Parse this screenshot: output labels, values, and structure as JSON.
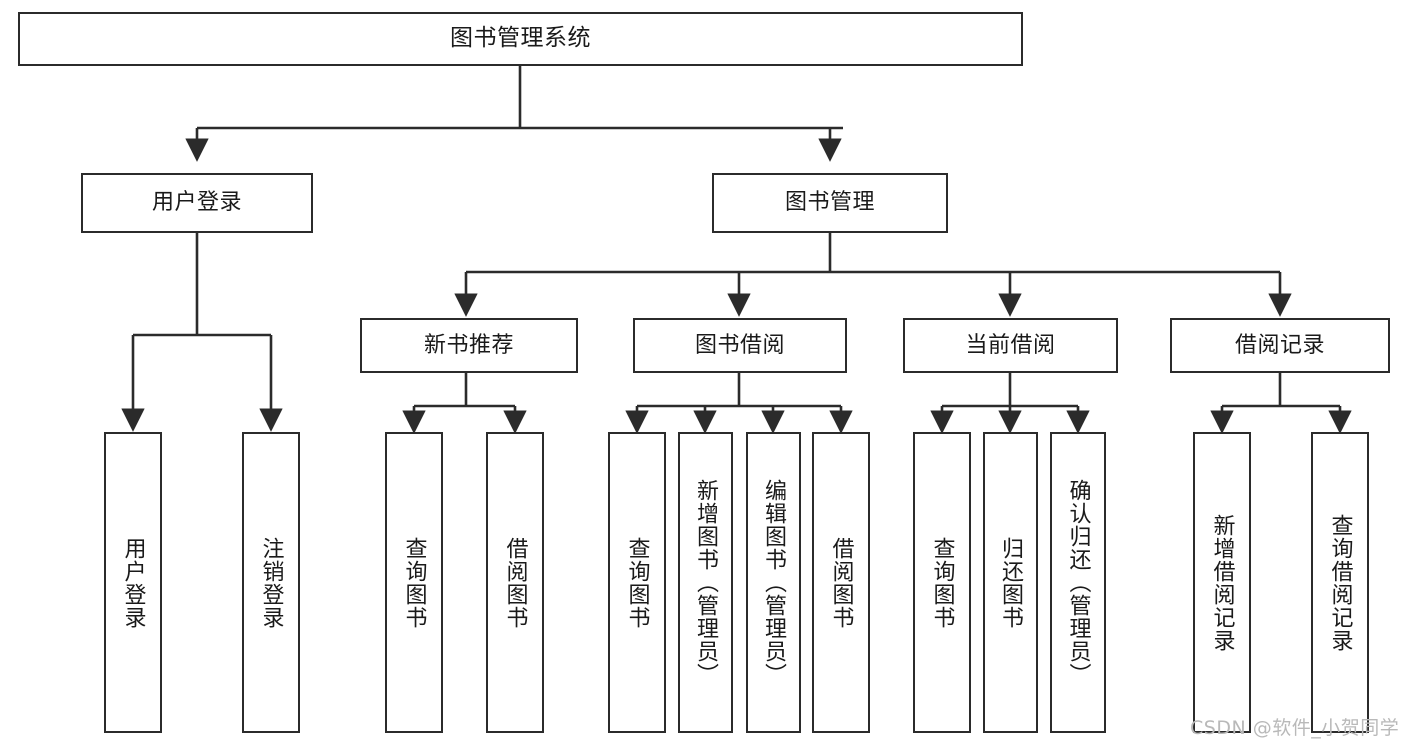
{
  "diagram": {
    "type": "hierarchy-tree",
    "title": "图书管理系统",
    "watermark": "CSDN @软件_小贺同学",
    "colors": {
      "box_border": "#2b2b2b",
      "box_fill": "#ffffff",
      "connector": "#2b2b2b",
      "text": "#1a1a1a",
      "watermark": "#b9b9b9"
    },
    "nodes": {
      "root": {
        "label": "图书管理系统"
      },
      "level2": [
        {
          "label": "用户登录"
        },
        {
          "label": "图书管理"
        }
      ],
      "level3": [
        {
          "label": "新书推荐"
        },
        {
          "label": "图书借阅"
        },
        {
          "label": "当前借阅"
        },
        {
          "label": "借阅记录"
        }
      ],
      "leaves": [
        {
          "label": "用户登录"
        },
        {
          "label": "注销登录"
        },
        {
          "label": "查询图书"
        },
        {
          "label": "借阅图书"
        },
        {
          "label": "查询图书"
        },
        {
          "label": "新增图书（管理员）"
        },
        {
          "label": "编辑图书（管理员）"
        },
        {
          "label": "借阅图书"
        },
        {
          "label": "查询图书"
        },
        {
          "label": "归还图书"
        },
        {
          "label": "确认归还（管理员）"
        },
        {
          "label": "新增借阅记录"
        },
        {
          "label": "查询借阅记录"
        }
      ]
    },
    "edges": [
      {
        "from": "图书管理系统",
        "to": "用户登录"
      },
      {
        "from": "图书管理系统",
        "to": "图书管理"
      },
      {
        "from": "用户登录",
        "to": "用户登录"
      },
      {
        "from": "用户登录",
        "to": "注销登录"
      },
      {
        "from": "图书管理",
        "to": "新书推荐"
      },
      {
        "from": "图书管理",
        "to": "图书借阅"
      },
      {
        "from": "图书管理",
        "to": "当前借阅"
      },
      {
        "from": "图书管理",
        "to": "借阅记录"
      },
      {
        "from": "新书推荐",
        "to": "查询图书"
      },
      {
        "from": "新书推荐",
        "to": "借阅图书"
      },
      {
        "from": "图书借阅",
        "to": "查询图书"
      },
      {
        "from": "图书借阅",
        "to": "新增图书（管理员）"
      },
      {
        "from": "图书借阅",
        "to": "编辑图书（管理员）"
      },
      {
        "from": "图书借阅",
        "to": "借阅图书"
      },
      {
        "from": "当前借阅",
        "to": "查询图书"
      },
      {
        "from": "当前借阅",
        "to": "归还图书"
      },
      {
        "from": "当前借阅",
        "to": "确认归还（管理员）"
      },
      {
        "from": "借阅记录",
        "to": "新增借阅记录"
      },
      {
        "from": "借阅记录",
        "to": "查询借阅记录"
      }
    ]
  }
}
